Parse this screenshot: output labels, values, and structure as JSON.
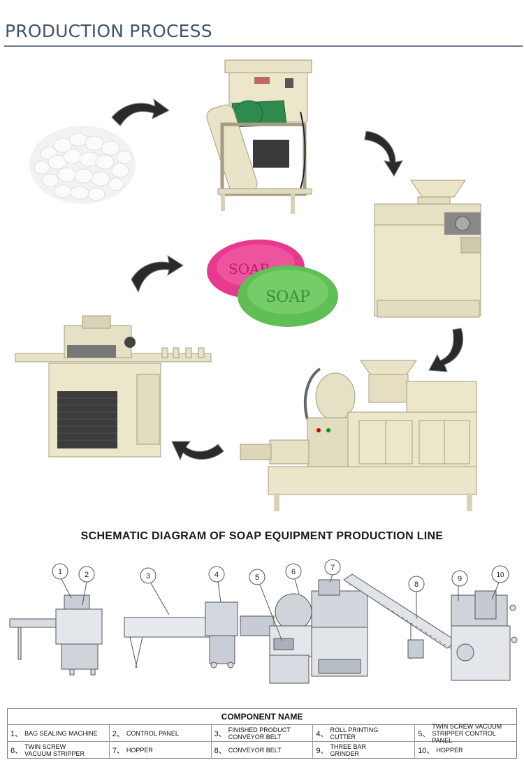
{
  "header": {
    "title": "PRODUCTION PROCESS"
  },
  "process": {
    "soap_bar_top": "SOAP",
    "soap_bar_bottom": "SOAP"
  },
  "schematic": {
    "title": "SCHEMATIC DIAGRAM OF SOAP EQUIPMENT PRODUCTION LINE",
    "callouts": [
      "1",
      "2",
      "3",
      "4",
      "5",
      "6",
      "7",
      "8",
      "9",
      "10"
    ]
  },
  "components": {
    "title": "COMPONENT NAME",
    "rows": [
      [
        {
          "num": "1、",
          "name": "BAG SEALING MACHINE"
        },
        {
          "num": "2、",
          "name": "CONTROL PANEL"
        },
        {
          "num": "3、",
          "name": "FINISHED PRODUCT\nCONVEYOR BELT"
        },
        {
          "num": "4、",
          "name": "ROLL PRINTING\nCUTTER"
        },
        {
          "num": "5、",
          "name": "TWIN SCREW VACUUM\nSTRIPPER CONTROL PANEL"
        }
      ],
      [
        {
          "num": "6、",
          "name": "TWIN SCREW\nVACUUM STRIPPER"
        },
        {
          "num": "7、",
          "name": "HOPPER"
        },
        {
          "num": "8、",
          "name": "CONVEYOR BELT"
        },
        {
          "num": "9、",
          "name": "THREE BAR\nGRINDER"
        },
        {
          "num": "10、",
          "name": "HOPPER"
        }
      ]
    ]
  }
}
